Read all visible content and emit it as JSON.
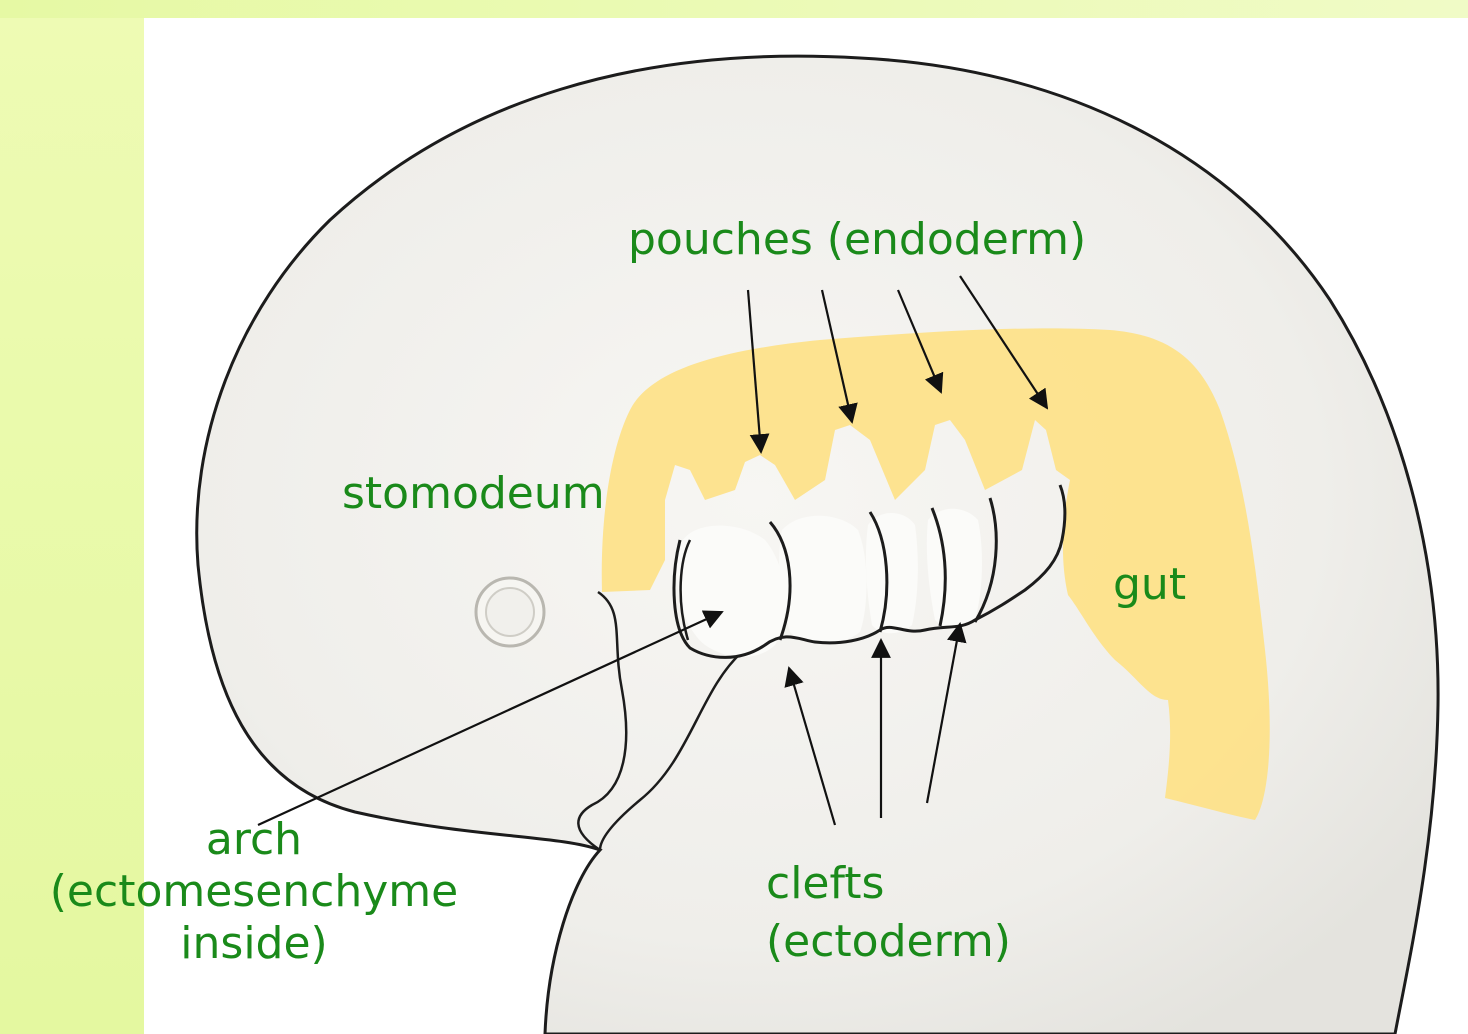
{
  "labels": {
    "pouches": "pouches (endoderm)",
    "stomodeum": "stomodeum",
    "gut": "gut",
    "arch_line1": "arch",
    "arch_line2": "(ectomesenchyme",
    "arch_line3": "inside)",
    "clefts_line1": "clefts",
    "clefts_line2": "(ectoderm)"
  },
  "colors": {
    "label_text": "#1a8a1a",
    "endoderm_fill": "#fde28a",
    "embryo_fill": "#f3f2ee",
    "outline": "#1c1c1c",
    "side_band": "#e8f9a8"
  }
}
